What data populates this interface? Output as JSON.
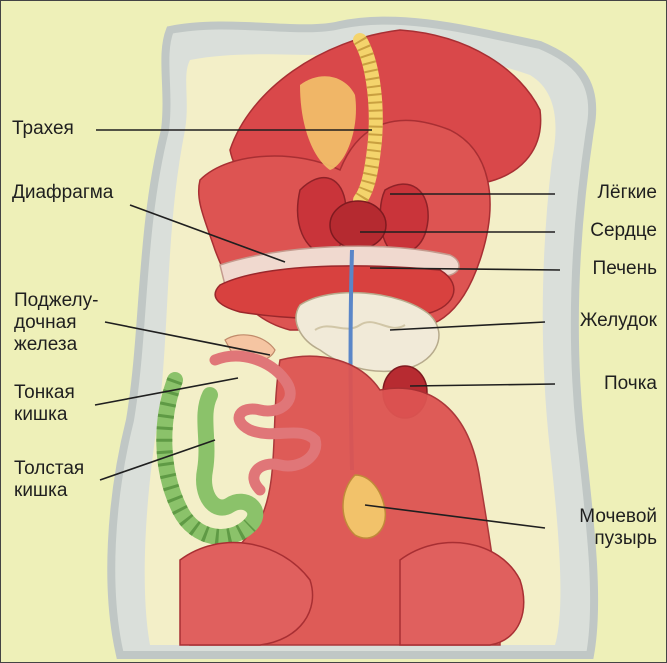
{
  "labels": {
    "trachea": "Трахея",
    "diaphragm": "Диафрагма",
    "pancreas": "Поджелу-\nдочная\nжелеза",
    "small_intestine": "Тонкая\nкишка",
    "large_intestine": "Толстая\nкишка",
    "lungs": "Лёгкие",
    "heart": "Сердце",
    "liver": "Печень",
    "stomach": "Желудок",
    "kidney": "Почка",
    "bladder": "Мочевой\nпузырь"
  },
  "colors": {
    "background": "#eef0b8",
    "fur": "#c9d0d6",
    "muscle": "#d9484a",
    "muscle_light": "#ee7f77",
    "intestine_green": "#8bc26a",
    "stomach": "#f1ead8",
    "vessel": "#5a86c8",
    "fat": "#f2c26a"
  }
}
